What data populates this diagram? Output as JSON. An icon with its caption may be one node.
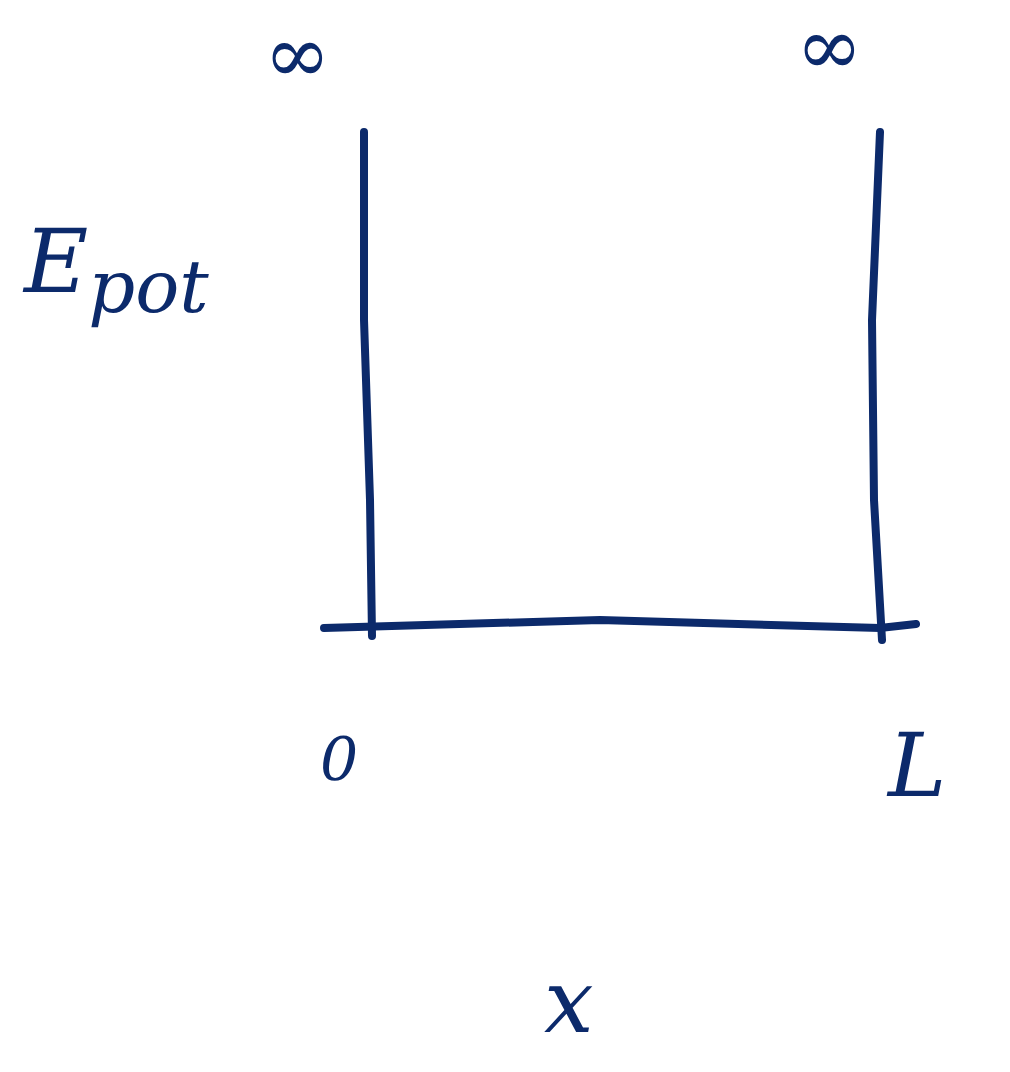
{
  "diagram": {
    "labels": [
      "∞",
      "∞",
      "E$_{pot}$",
      "0",
      "L",
      "x"
    ]
  }
}
